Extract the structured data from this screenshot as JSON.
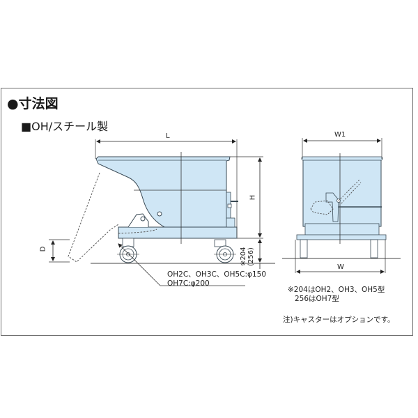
{
  "title": "●寸法図",
  "subtitle": "■OH/スチール製",
  "side_view": {
    "dim_length": "L",
    "dim_height": "H",
    "dim_d": "D",
    "caster_height_label_1": "※204",
    "caster_height_label_2": "(256)",
    "caster_note_line1": "OH2C、OH3C、OH5C:φ150",
    "caster_note_line2": "OH7C:φ200"
  },
  "front_view": {
    "dim_w1": "W1",
    "dim_w": "W"
  },
  "notes": {
    "height_note_line1": "※204はOH2、OH3、OH5型",
    "height_note_line2": "256はOH7型",
    "caster_option_note": "注)キャスターはオプションです。"
  },
  "colors": {
    "body_fill": "#cfe6f5",
    "line": "#3a4a55",
    "frame_border": "#6e6e6e"
  }
}
